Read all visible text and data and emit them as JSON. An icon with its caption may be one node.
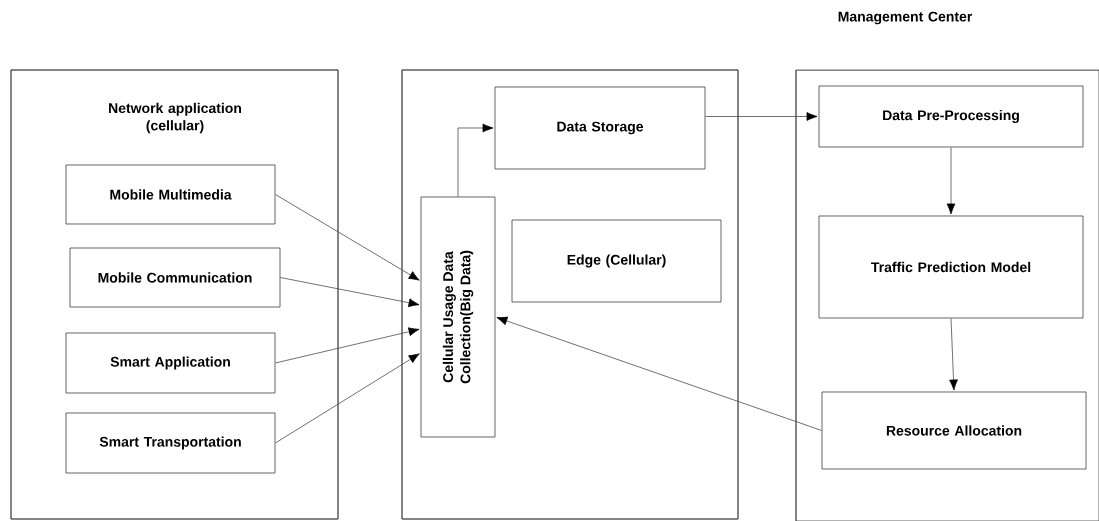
{
  "diagram": {
    "nodes": [
      {
        "text": [
          "Network application (cellular)"
        ]
      },
      {
        "text": [
          "Mobile Multimedia"
        ],
        "in": 0
      },
      {
        "text": [
          "Mobile Communication"
        ],
        "in": 0
      },
      {
        "text": [
          "Smart Application"
        ],
        "in": 0
      },
      {
        "text": [
          "Smart Transportation"
        ],
        "in": 0
      },
      {
        "text": [],
        "shape": "box"
      },
      {
        "text": [
          "Data Storage"
        ],
        "in": 5
      },
      {
        "text": [
          "Cellular Usage Data Collection(Big Data)"
        ],
        "in": 5
      },
      {
        "text": [
          "Edge (Cellular)"
        ],
        "in": 5
      },
      {
        "text": [
          "Management Center"
        ]
      },
      {
        "text": [
          "Data Pre-Processing"
        ],
        "in": 9
      },
      {
        "text": [
          "Traffic Prediction Model"
        ],
        "in": 9
      },
      {
        "text": [
          "Resource Allocation"
        ],
        "in": 9
      }
    ],
    "edges": [
      {
        "from": 1,
        "to": 7,
        "arrow": "to"
      },
      {
        "from": 2,
        "to": 7,
        "arrow": "to"
      },
      {
        "from": 3,
        "to": 7,
        "arrow": "to"
      },
      {
        "from": 4,
        "to": 7,
        "arrow": "to"
      },
      {
        "from": 7,
        "to": 6,
        "arrow": "to"
      },
      {
        "from": 6,
        "to": 10,
        "arrow": "to"
      },
      {
        "from": 10,
        "to": 11,
        "arrow": "to"
      },
      {
        "from": 11,
        "to": 12,
        "arrow": "to"
      },
      {
        "from": 12,
        "to": 7,
        "arrow": "to"
      }
    ]
  }
}
